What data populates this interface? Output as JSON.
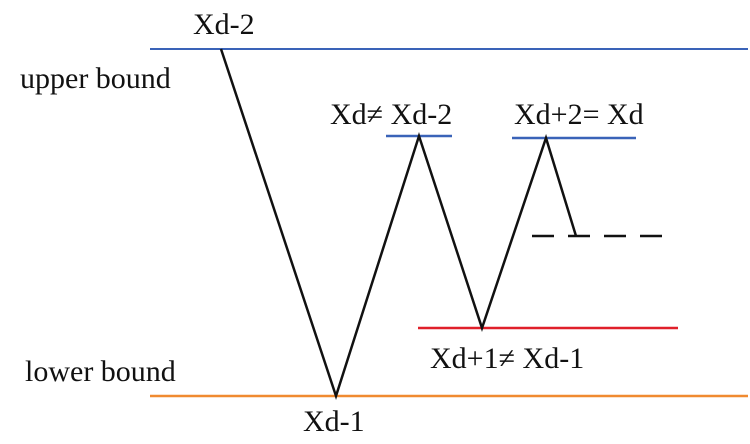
{
  "diagram": {
    "labels": {
      "upper_bound": "upper bound",
      "lower_bound": "lower bound",
      "xd_minus2": "Xd-2",
      "xd_minus1": "Xd-1",
      "xd_neq_xd_minus2": "Xd≠ Xd-2",
      "xd_plus2_eq_xd": "Xd+2= Xd",
      "xd_plus1_neq_xd_minus1": "Xd+1≠ Xd-1"
    },
    "colors": {
      "upper_bound_line": "#3a63b8",
      "lower_bound_line": "#f08a30",
      "red_line": "#e0202a",
      "short_blue_line": "#3a63b8",
      "zigzag": "#111111"
    }
  }
}
